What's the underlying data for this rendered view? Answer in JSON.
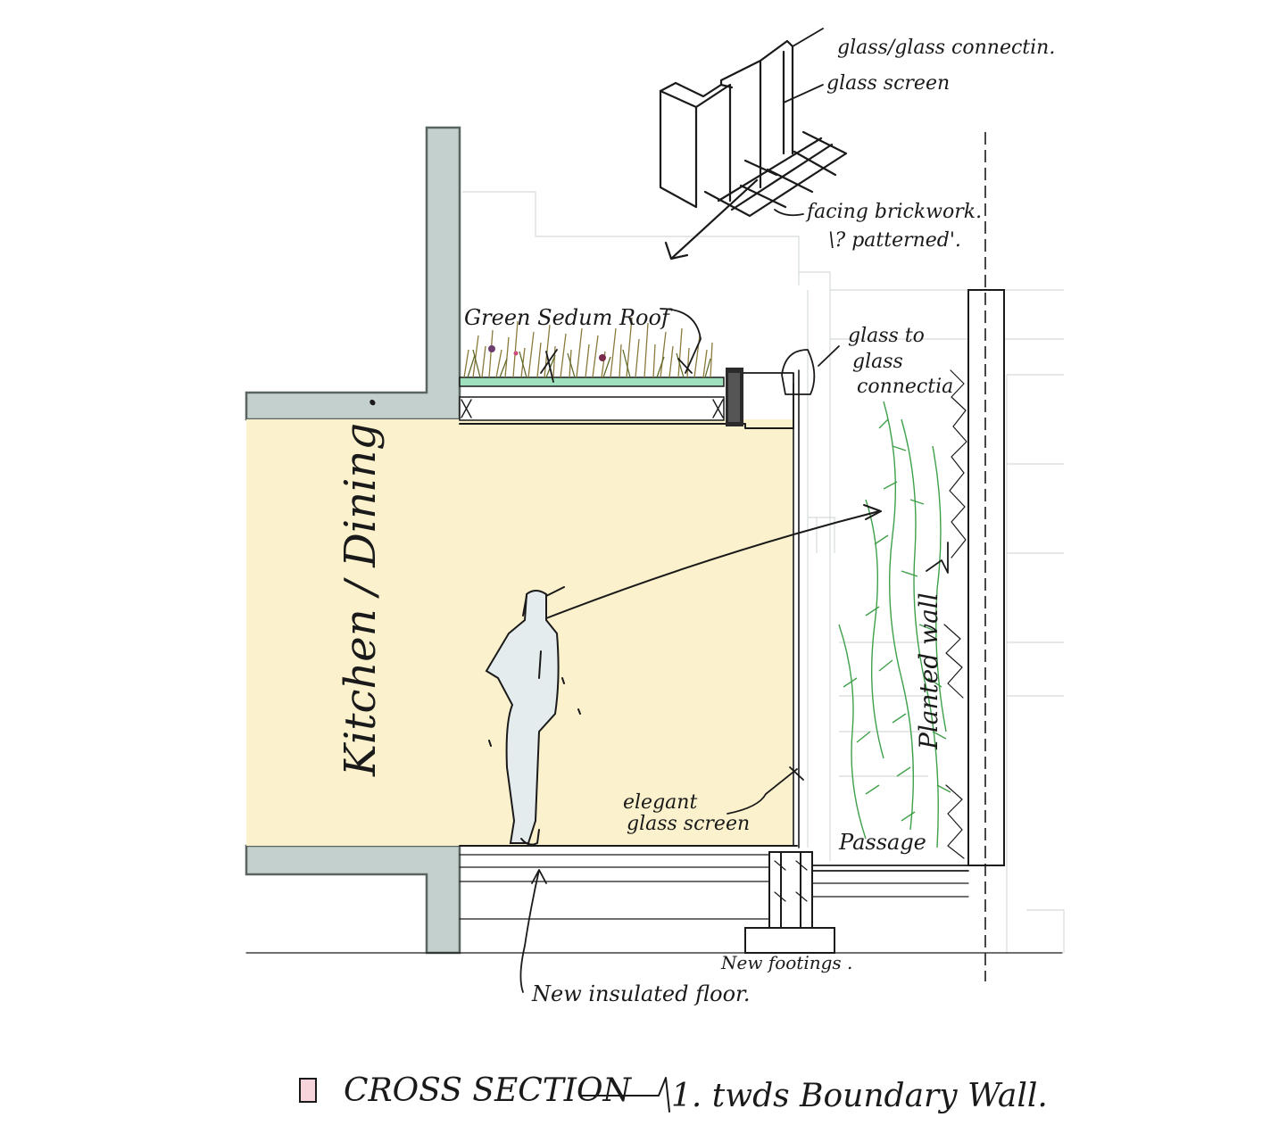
{
  "annotations": {
    "glass_glass_connection": "glass/glass connectin.",
    "glass_screen": "glass screen",
    "facing_brickwork": "facing brickwork.",
    "patterned": "\\? patterned'.",
    "green_sedum_roof": "Green Sedum Roof",
    "glass_to": "glass to",
    "glass": "glass",
    "connection": "connectia",
    "kitchen_dining": "Kitchen / Dining .",
    "planted_wall": "Planted wall",
    "elegant": "elegant",
    "elegant_glass_screen": "glass screen",
    "passage": "Passage",
    "new_footings": "New footings .",
    "new_insulated_floor": "New insulated floor."
  },
  "title": {
    "left": "CROSS SECTION",
    "right": "1. twds Boundary Wall."
  },
  "colors": {
    "room_fill": "#fbf1cd",
    "wall_fill": "#c3d0cd",
    "planting": "#3fa04a",
    "sedum": "#8a7a3c",
    "roof_membrane": "#9fe1be",
    "title_box": "#f7d3dc"
  }
}
